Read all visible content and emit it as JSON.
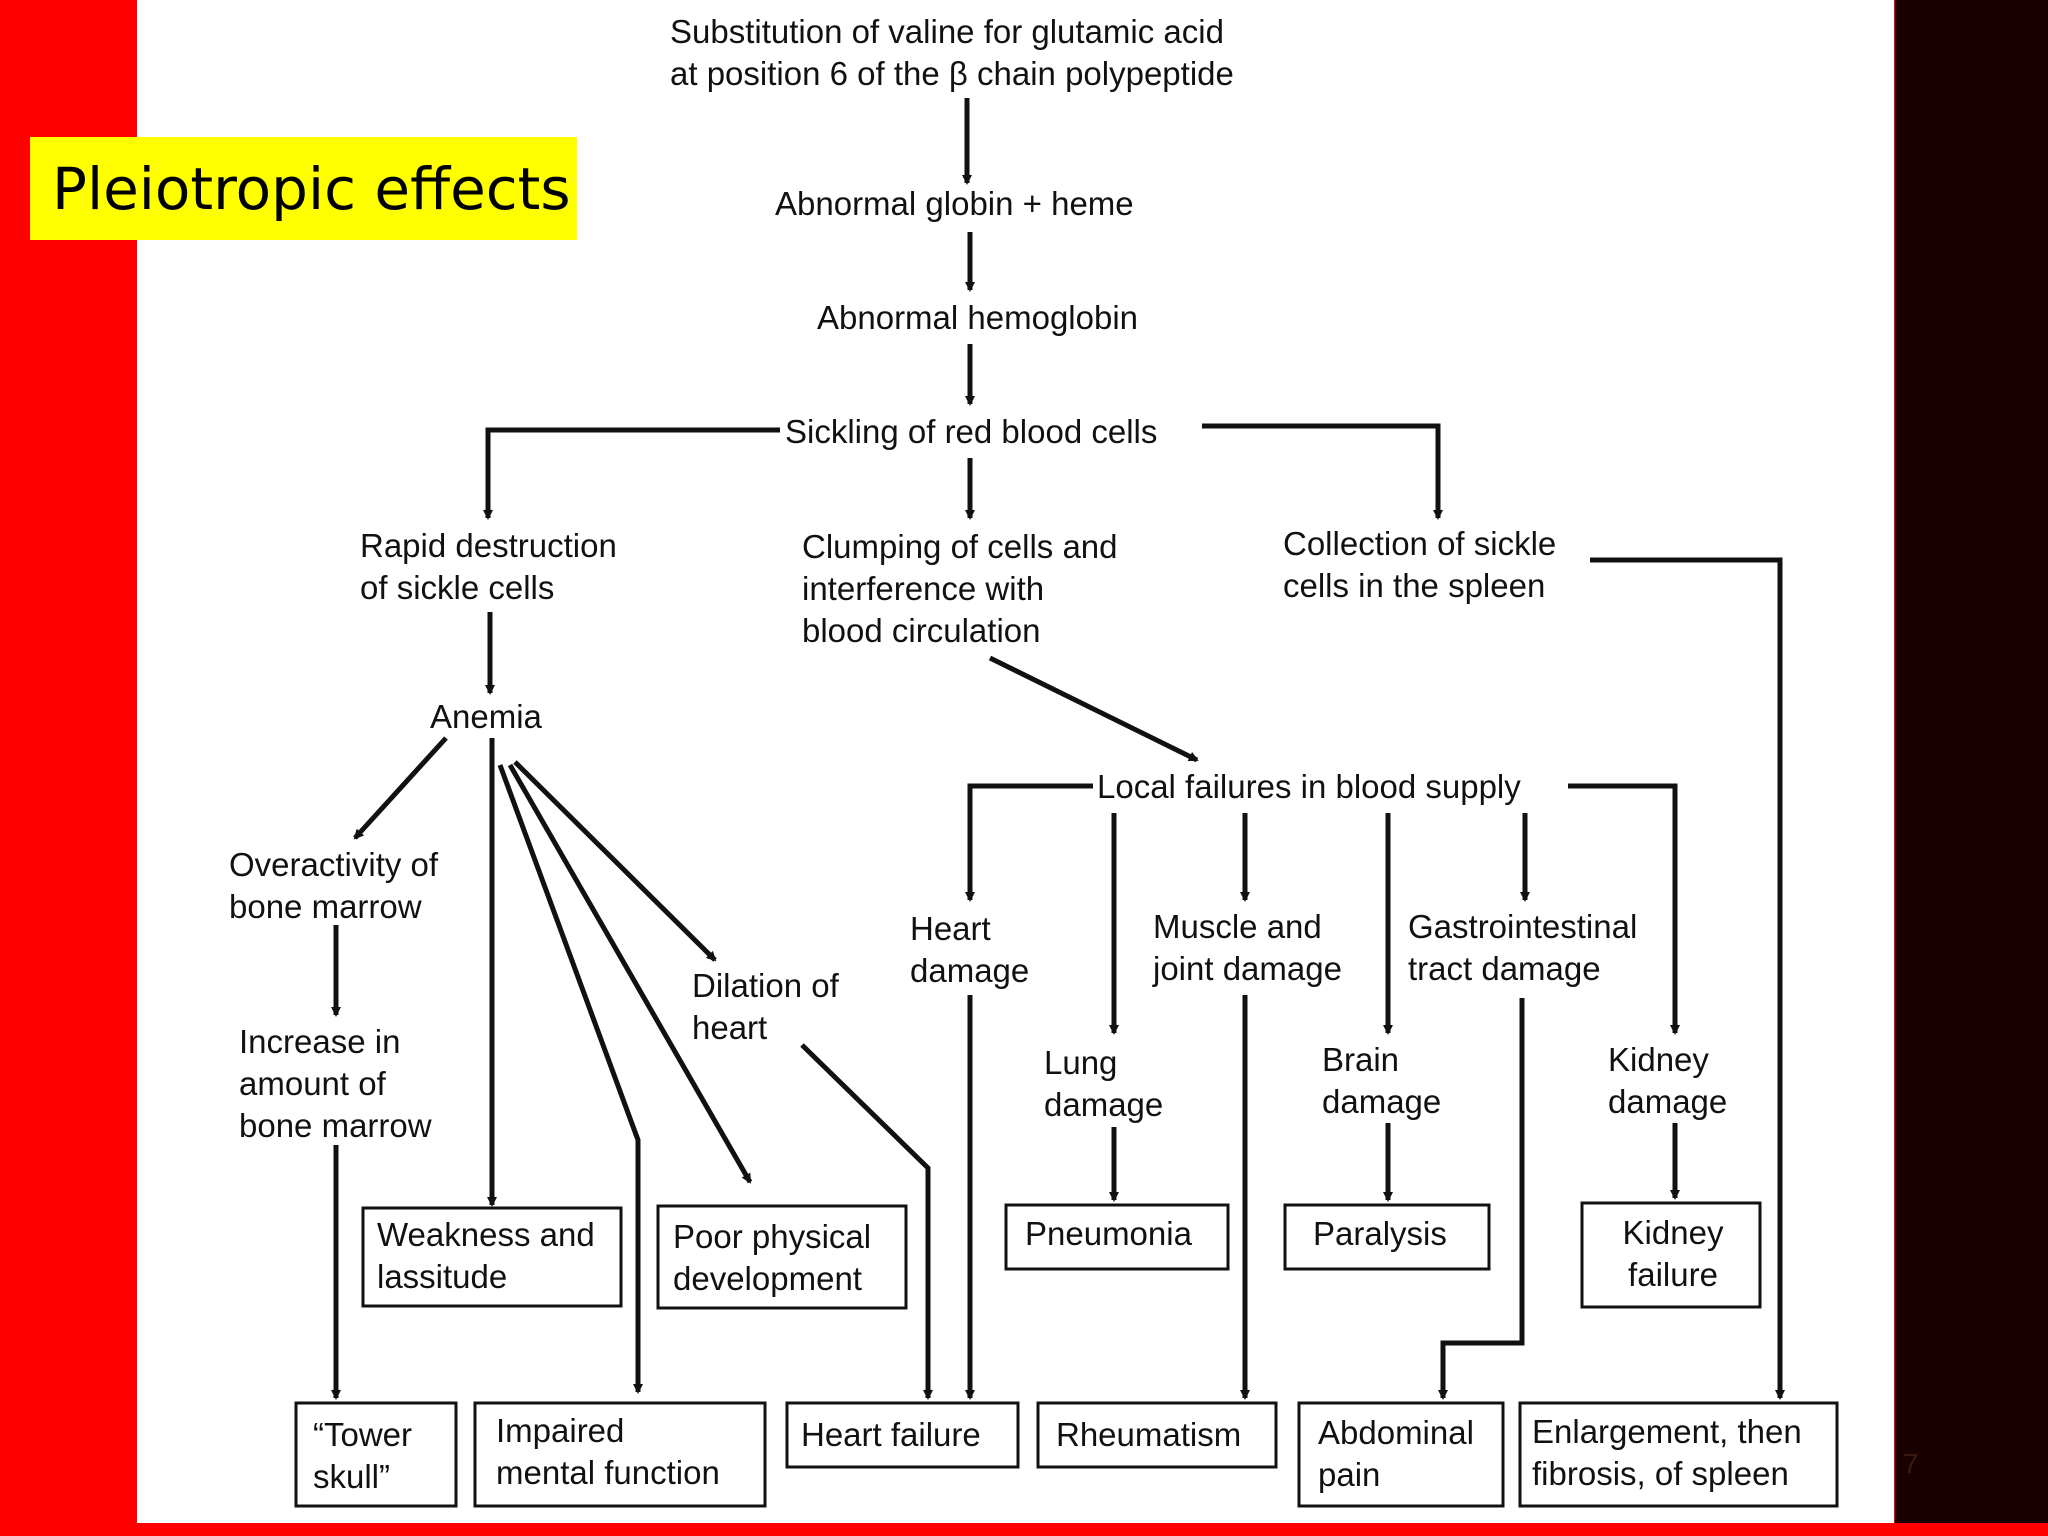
{
  "colors": {
    "slide_background": "#ff0000",
    "right_panel": "#1a0000",
    "banner_background": "#ffff00",
    "paper": "#ffffff",
    "ink": "#111111"
  },
  "banner": {
    "title": "Pleiotropic effects"
  },
  "slide_number": "7",
  "diagram": {
    "nodes": [
      {
        "id": "substitution",
        "lines": [
          "Substitution of valine for glutamic acid",
          "at position 6 of the β chain polypeptide"
        ]
      },
      {
        "id": "globin",
        "lines": [
          "Abnormal globin + heme"
        ]
      },
      {
        "id": "hemoglobin",
        "lines": [
          "Abnormal hemoglobin"
        ]
      },
      {
        "id": "sickling",
        "lines": [
          "Sickling of red blood cells"
        ]
      },
      {
        "id": "rapid",
        "lines": [
          "Rapid destruction",
          "of sickle cells"
        ]
      },
      {
        "id": "clumping",
        "lines": [
          "Clumping of cells and",
          "interference with",
          "blood circulation"
        ]
      },
      {
        "id": "collection",
        "lines": [
          "Collection of sickle",
          "cells in the spleen"
        ]
      },
      {
        "id": "anemia",
        "lines": [
          "Anemia"
        ]
      },
      {
        "id": "overactivity",
        "lines": [
          "Overactivity of",
          "bone marrow"
        ]
      },
      {
        "id": "increase",
        "lines": [
          "Increase in",
          "amount of",
          "bone marrow"
        ]
      },
      {
        "id": "dilation",
        "lines": [
          "Dilation of",
          "heart"
        ]
      },
      {
        "id": "local",
        "lines": [
          "Local failures in blood supply"
        ]
      },
      {
        "id": "heart_damage",
        "lines": [
          "Heart",
          "damage"
        ]
      },
      {
        "id": "lung_damage",
        "lines": [
          "Lung",
          "damage"
        ]
      },
      {
        "id": "muscle",
        "lines": [
          "Muscle and",
          "joint damage"
        ]
      },
      {
        "id": "brain_damage",
        "lines": [
          "Brain",
          "damage"
        ]
      },
      {
        "id": "gi",
        "lines": [
          "Gastrointestinal",
          "tract damage"
        ]
      },
      {
        "id": "kidney_damage",
        "lines": [
          "Kidney",
          "damage"
        ]
      },
      {
        "id": "weakness",
        "lines": [
          "Weakness and",
          "lassitude"
        ]
      },
      {
        "id": "poor",
        "lines": [
          "Poor physical",
          "development"
        ]
      },
      {
        "id": "pneumonia",
        "lines": [
          "Pneumonia"
        ]
      },
      {
        "id": "paralysis",
        "lines": [
          "Paralysis"
        ]
      },
      {
        "id": "kidney_failure",
        "lines": [
          "Kidney",
          "failure"
        ]
      },
      {
        "id": "tower",
        "lines": [
          "“Tower",
          "skull”"
        ]
      },
      {
        "id": "impaired",
        "lines": [
          "Impaired",
          "mental function"
        ]
      },
      {
        "id": "heart_failure",
        "lines": [
          "Heart failure"
        ]
      },
      {
        "id": "rheumatism",
        "lines": [
          "Rheumatism"
        ]
      },
      {
        "id": "abdominal",
        "lines": [
          "Abdominal",
          "pain"
        ]
      },
      {
        "id": "enlargement",
        "lines": [
          "Enlargement, then",
          "fibrosis, of spleen"
        ]
      }
    ],
    "edges": [
      [
        "substitution",
        "globin"
      ],
      [
        "globin",
        "hemoglobin"
      ],
      [
        "hemoglobin",
        "sickling"
      ],
      [
        "sickling",
        "rapid"
      ],
      [
        "sickling",
        "clumping"
      ],
      [
        "sickling",
        "collection"
      ],
      [
        "rapid",
        "anemia"
      ],
      [
        "anemia",
        "overactivity"
      ],
      [
        "anemia",
        "weakness"
      ],
      [
        "anemia",
        "impaired"
      ],
      [
        "anemia",
        "poor"
      ],
      [
        "anemia",
        "dilation"
      ],
      [
        "overactivity",
        "increase"
      ],
      [
        "increase",
        "tower"
      ],
      [
        "dilation",
        "heart_failure"
      ],
      [
        "clumping",
        "local"
      ],
      [
        "local",
        "heart_damage"
      ],
      [
        "local",
        "lung_damage"
      ],
      [
        "local",
        "muscle"
      ],
      [
        "local",
        "brain_damage"
      ],
      [
        "local",
        "gi"
      ],
      [
        "local",
        "kidney_damage"
      ],
      [
        "heart_damage",
        "heart_failure"
      ],
      [
        "lung_damage",
        "pneumonia"
      ],
      [
        "muscle",
        "rheumatism"
      ],
      [
        "brain_damage",
        "paralysis"
      ],
      [
        "gi",
        "abdominal"
      ],
      [
        "kidney_damage",
        "kidney_failure"
      ],
      [
        "collection",
        "enlargement"
      ]
    ]
  }
}
